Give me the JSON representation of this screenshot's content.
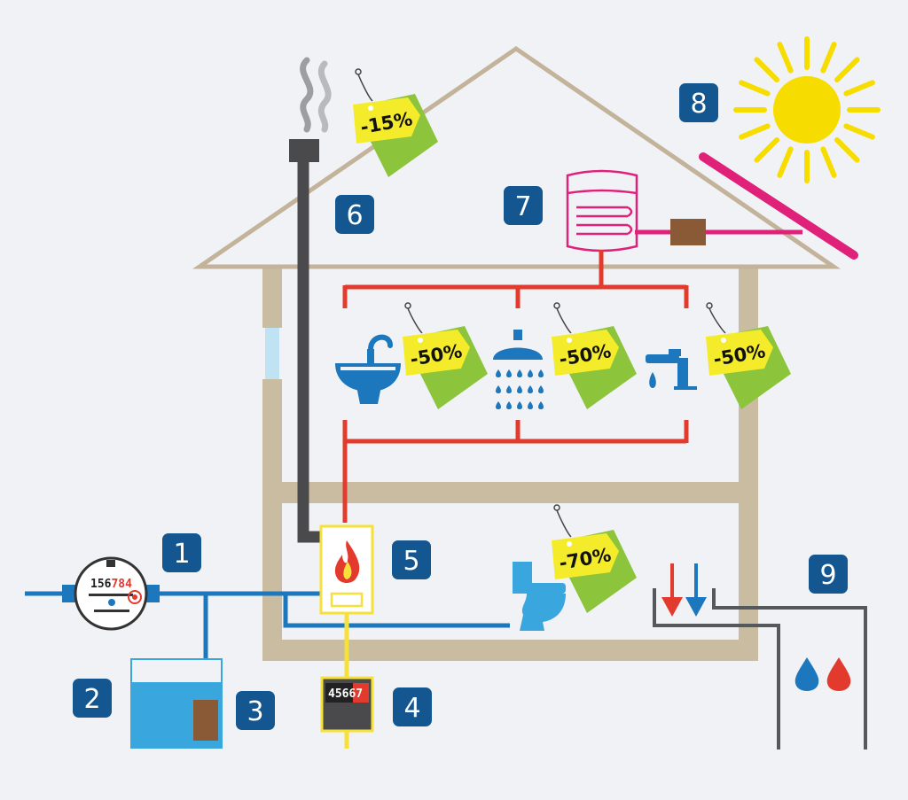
{
  "colors": {
    "background": "#f1f2f6",
    "wall": "#c9bca1",
    "roof": "#c2b39a",
    "hot_pipe": "#e23a2c",
    "cold_pipe": "#1c77bd",
    "gas_pipe": "#f6e03a",
    "chimney": "#4a4a4c",
    "solar_pipe": "#e0217a",
    "badge": "#14568f",
    "tag_green": "#8cc43c",
    "tag_yellow": "#f4ec2a",
    "sun": "#f7dc00",
    "water": "#3aa6de",
    "valve": "#8a5a36",
    "drain": "#55585c"
  },
  "badges": {
    "b1": "1",
    "b2": "2",
    "b3": "3",
    "b4": "4",
    "b5": "5",
    "b6": "6",
    "b7": "7",
    "b8": "8",
    "b9": "9"
  },
  "tags": {
    "chimney": "-15%",
    "sink": "-50%",
    "shower": "-50%",
    "faucet": "-50%",
    "toilet": "-70%"
  },
  "water_meter": {
    "black_digits": "156",
    "red_digits": "784"
  },
  "gas_meter": {
    "white_digits": "456",
    "red_digits": "67"
  },
  "icons": [
    "smoke-icon",
    "sink-icon",
    "shower-icon",
    "faucet-icon",
    "toilet-icon",
    "flame-icon",
    "sun-icon",
    "hot-water-tank-icon",
    "solar-panel-icon",
    "water-drop-icon",
    "arrow-down-icon"
  ]
}
